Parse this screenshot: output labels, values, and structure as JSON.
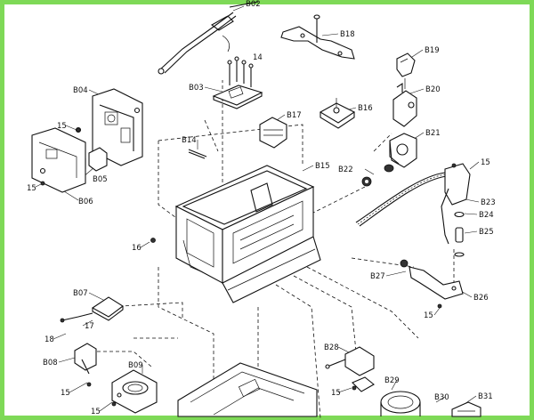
{
  "frame_color": "#7ed957",
  "labels": [
    {
      "id": "B02",
      "text": "B02"
    },
    {
      "id": "B18",
      "text": "B18"
    },
    {
      "id": "B19",
      "text": "B19"
    },
    {
      "id": "14",
      "text": "14"
    },
    {
      "id": "B03",
      "text": "B03"
    },
    {
      "id": "B04",
      "text": "B04"
    },
    {
      "id": "B20",
      "text": "B20"
    },
    {
      "id": "B16",
      "text": "B16"
    },
    {
      "id": "B17",
      "text": "B17"
    },
    {
      "id": "15a",
      "text": "15"
    },
    {
      "id": "B14",
      "text": "B14"
    },
    {
      "id": "B21",
      "text": "B21"
    },
    {
      "id": "B15",
      "text": "B15"
    },
    {
      "id": "B22",
      "text": "B22"
    },
    {
      "id": "15b",
      "text": "15"
    },
    {
      "id": "B05",
      "text": "B05"
    },
    {
      "id": "15c",
      "text": "15"
    },
    {
      "id": "B06",
      "text": "B06"
    },
    {
      "id": "B23",
      "text": "B23"
    },
    {
      "id": "B24",
      "text": "B24"
    },
    {
      "id": "B25",
      "text": "B25"
    },
    {
      "id": "16",
      "text": "16"
    },
    {
      "id": "B27",
      "text": "B27"
    },
    {
      "id": "B07",
      "text": "B07"
    },
    {
      "id": "B26",
      "text": "B26"
    },
    {
      "id": "15d",
      "text": "15"
    },
    {
      "id": "17",
      "text": "17"
    },
    {
      "id": "18",
      "text": "18"
    },
    {
      "id": "B28",
      "text": "B28"
    },
    {
      "id": "B08",
      "text": "B08"
    },
    {
      "id": "B09",
      "text": "B09"
    },
    {
      "id": "15e",
      "text": "15"
    },
    {
      "id": "15f",
      "text": "15"
    },
    {
      "id": "B29",
      "text": "B29"
    },
    {
      "id": "15g",
      "text": "15"
    },
    {
      "id": "B30",
      "text": "B30"
    },
    {
      "id": "B31",
      "text": "B31"
    }
  ]
}
